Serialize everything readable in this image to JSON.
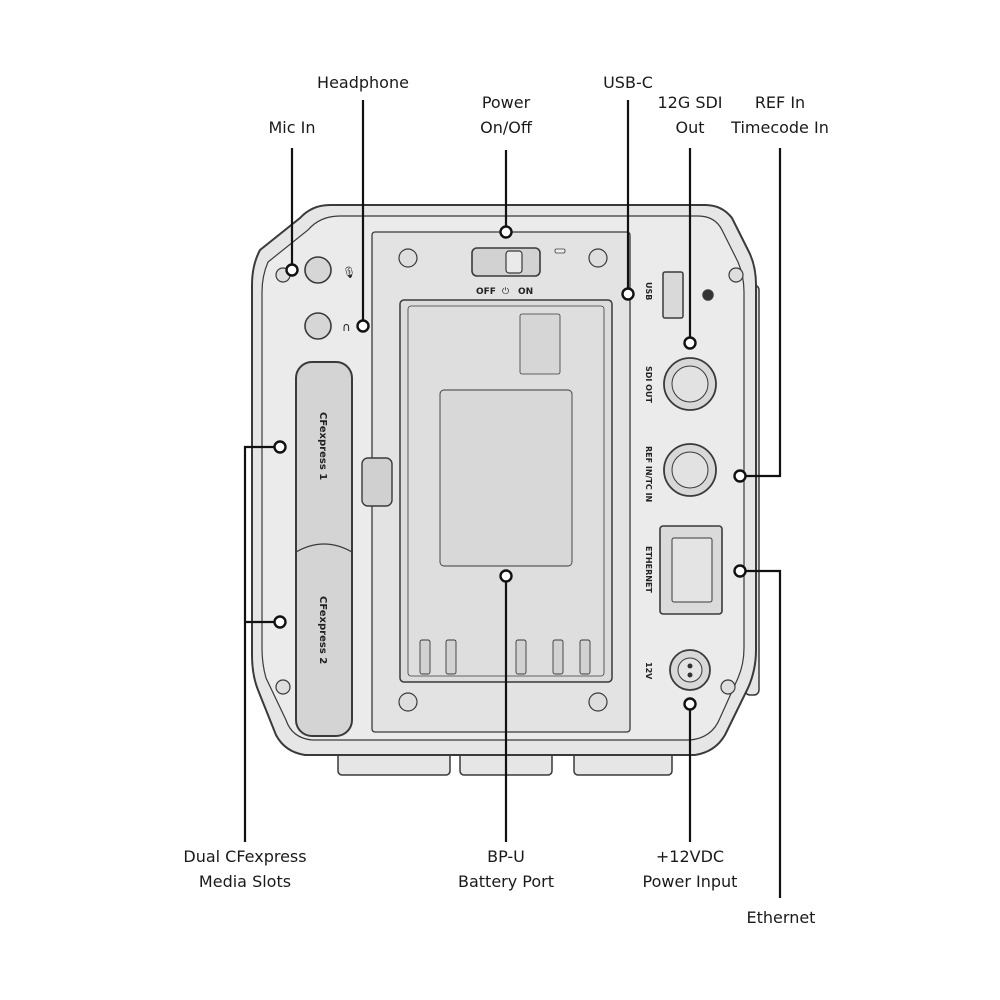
{
  "callouts": {
    "headphone": "Headphone",
    "mic_in": "Mic In",
    "power_line1": "Power",
    "power_line2": "On/Off",
    "usb_c": "USB-C",
    "sdi_line1": "12G SDI",
    "sdi_line2": "Out",
    "ref_line1": "REF In",
    "ref_line2": "Timecode In",
    "media_line1": "Dual CFexpress",
    "media_line2": "Media Slots",
    "battery_line1": "BP-U",
    "battery_line2": "Battery Port",
    "dc_line1": "+12VDC",
    "dc_line2": "Power Input",
    "ethernet": "Ethernet"
  },
  "device_labels": {
    "switch_off": "OFF",
    "switch_on": "ON",
    "usb": "USB",
    "sdi_out": "SDI OUT",
    "ref_in": "REF IN/TC IN",
    "ethernet": "ETHERNET",
    "dc_12v": "12V",
    "slot_1": "CFexpress 1",
    "slot_2": "CFexpress 2"
  },
  "colors": {
    "body_fill": "#e6e6e6",
    "outline": "#3a3a3a",
    "leader_line": "#111111"
  },
  "icons": {
    "mic": "microphone-icon",
    "headphone": "headphone-icon",
    "power": "power-icon"
  }
}
